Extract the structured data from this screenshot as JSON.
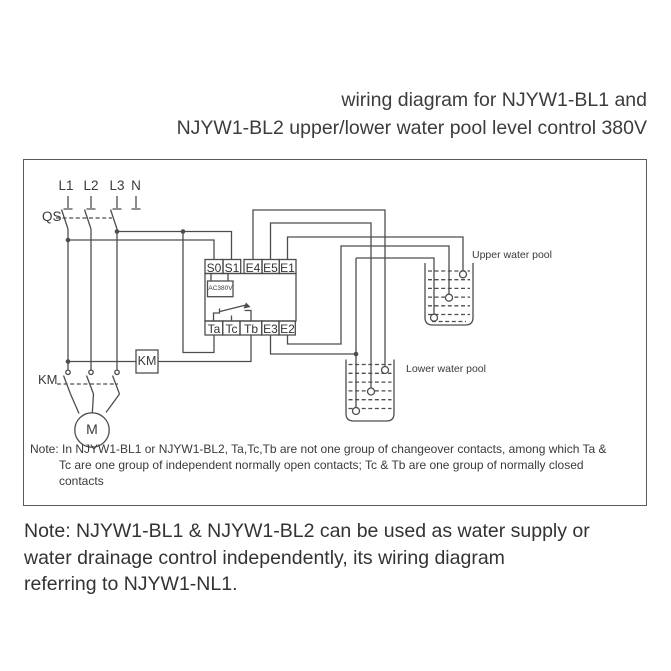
{
  "title": {
    "line1": "wiring diagram for NJYW1-BL1 and",
    "line2": "NJYW1-BL2 upper/lower water pool level control 380V"
  },
  "diagram": {
    "phase_labels": [
      "L1",
      "L2",
      "L3",
      "N"
    ],
    "disconnect_label": "QS",
    "contactor_label": "KM",
    "coil_label": "KM",
    "motor_label": "M",
    "relay": {
      "top_terminals": [
        "S0",
        "S1",
        "E4",
        "E5",
        "E1"
      ],
      "bottom_terminals": [
        "Ta",
        "Tc",
        "Tb",
        "E3",
        "E2"
      ],
      "voltage_label": "AC380V"
    },
    "upper_pool_label": "Upper water pool",
    "lower_pool_label": "Lower water pool",
    "note_lines": [
      "Note: In NJYW1-BL1 or NJYW1-BL2, Ta,Tc,Tb are not one group of changeover contacts, among which Ta &",
      "Tc are one group of independent normally open contacts; Tc & Tb are one group of normally closed",
      "contacts"
    ]
  },
  "bottom_note": {
    "lines": [
      "Note: NJYW1-BL1 & NJYW1-BL2 can be used as water supply or",
      "water drainage control independently, its wiring diagram",
      "referring to NJYW1-NL1."
    ]
  },
  "colors": {
    "line": "#4d4d4d",
    "text": "#3a3a3a",
    "border": "#5b5b5b",
    "background": "#ffffff"
  }
}
